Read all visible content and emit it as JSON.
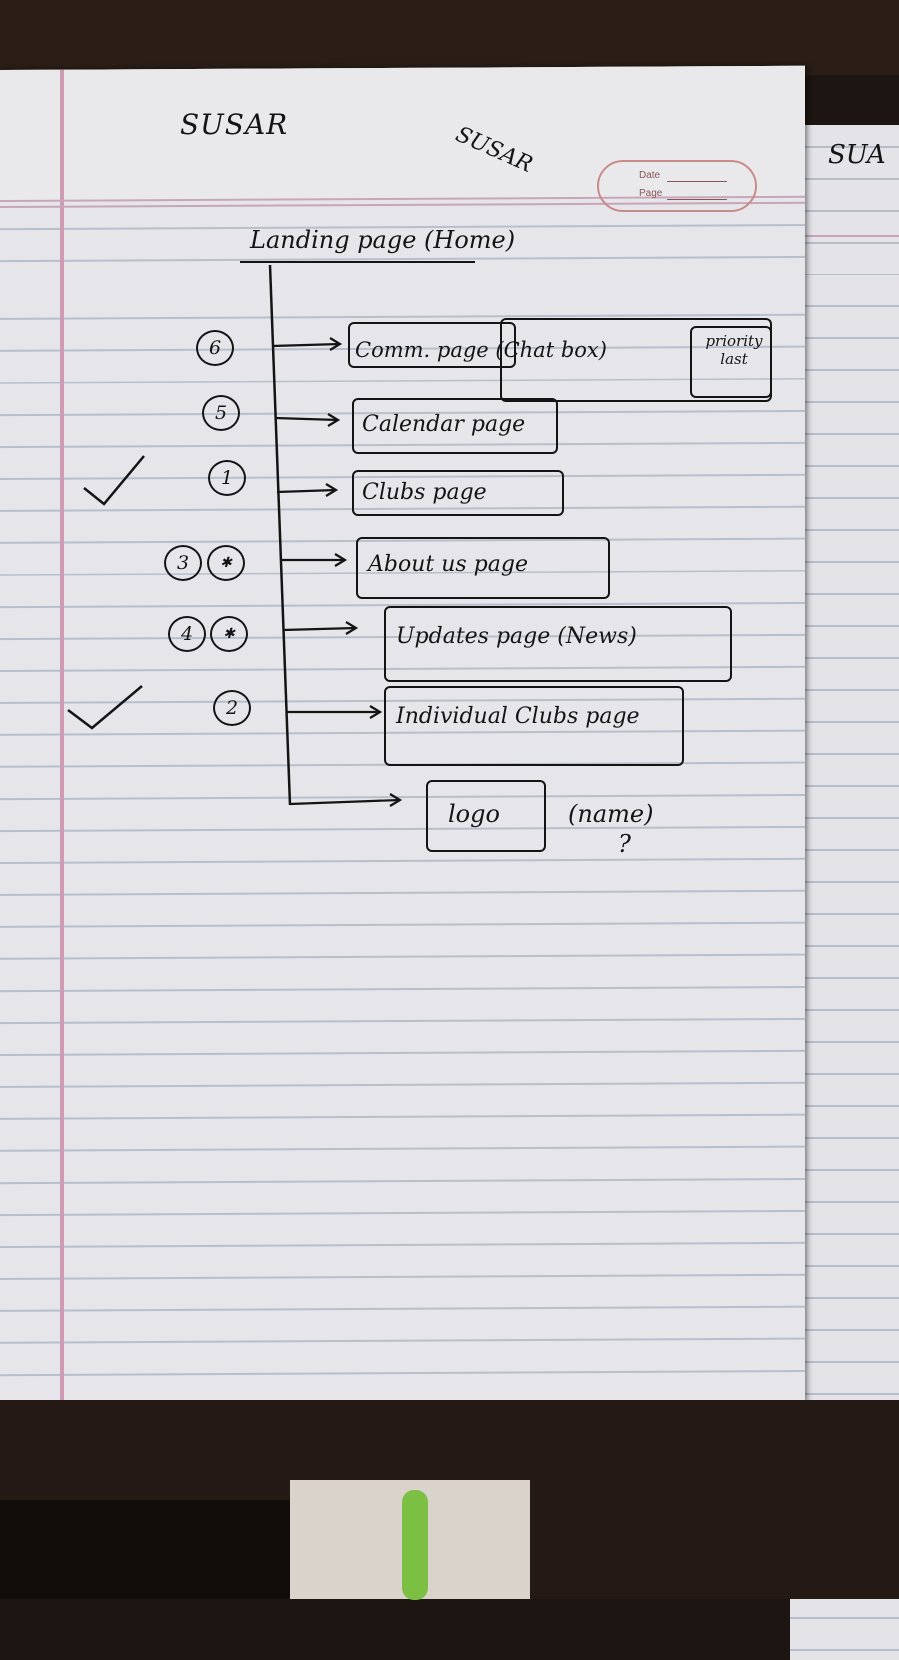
{
  "header": {
    "left_title": "SUSAR",
    "mid_title": "SUSAR",
    "right_page_title": "SUA",
    "stamp_date_label": "Date",
    "stamp_page_label": "Page"
  },
  "diagram": {
    "root": "Landing page (Home)",
    "branches": [
      {
        "order": "6",
        "label": "Comm. page (Chat box)",
        "note": "priority last"
      },
      {
        "order": "5",
        "label": "Calendar page"
      },
      {
        "order": "1",
        "label": "Clubs page",
        "checked": true
      },
      {
        "order": "3",
        "label": "About us page"
      },
      {
        "order": "4",
        "label": "Updates page (News)"
      },
      {
        "order": "2",
        "label": "Individual Clubs page",
        "checked": true
      },
      {
        "order": "",
        "label": "logo",
        "suffix": "(name)",
        "question": "?"
      }
    ]
  },
  "colors": {
    "ink": "#141414",
    "margin": "#cf9bb3",
    "rule": "#b7bfcc",
    "desk": "#1c1511"
  }
}
